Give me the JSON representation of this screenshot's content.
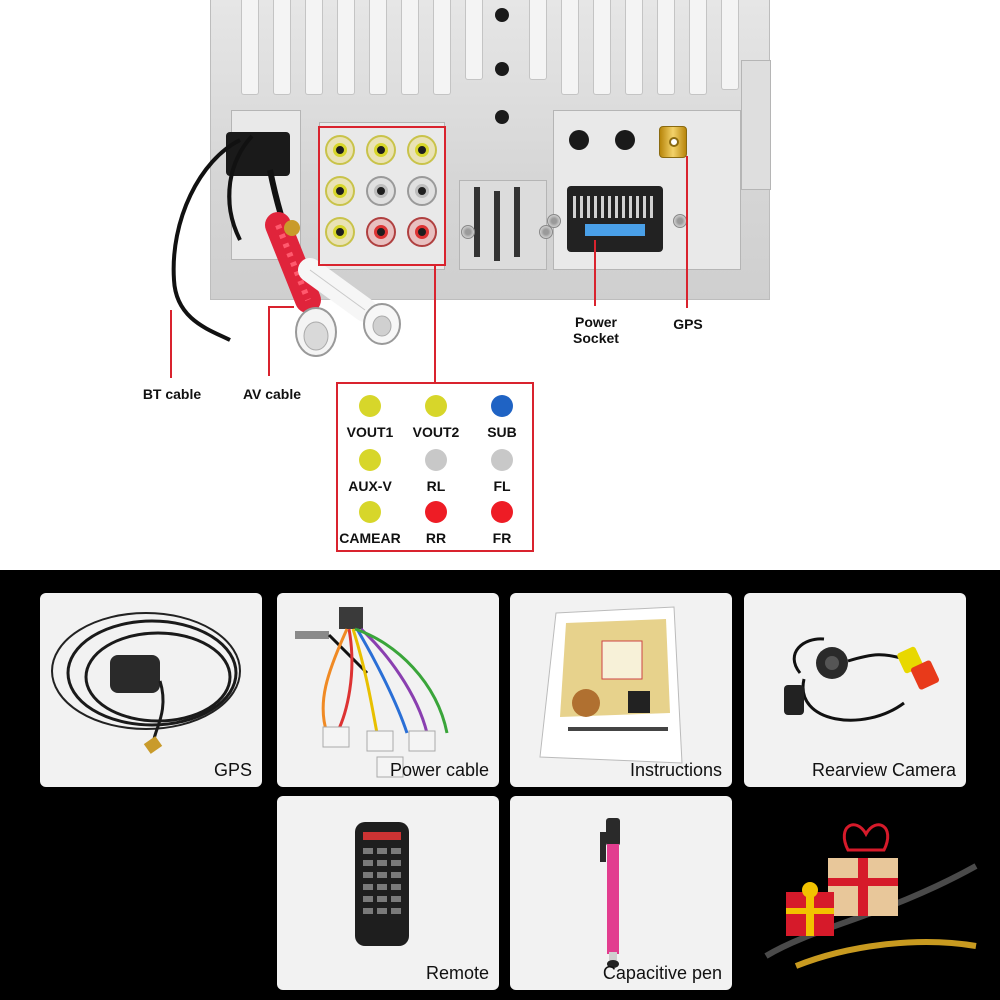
{
  "diagram": {
    "callouts": {
      "bt_cable": "BT cable",
      "av_cable": "AV cable",
      "power_socket_line1": "Power",
      "power_socket_line2": "Socket",
      "gps": "GPS"
    },
    "legend": [
      {
        "label": "VOUT1",
        "color": "#d7d62a"
      },
      {
        "label": "VOUT2",
        "color": "#d7d62a"
      },
      {
        "label": "SUB",
        "color": "#1f63c4"
      },
      {
        "label": "AUX-V",
        "color": "#d7d62a"
      },
      {
        "label": "RL",
        "color": "#c8c8c8"
      },
      {
        "label": "FL",
        "color": "#c8c8c8"
      },
      {
        "label": "CAMEAR",
        "color": "#d7d62a"
      },
      {
        "label": "RR",
        "color": "#ee1c25"
      },
      {
        "label": "FR",
        "color": "#ee1c25"
      }
    ]
  },
  "accessories": [
    {
      "label": "GPS",
      "icon": "gps-antenna-icon"
    },
    {
      "label": "Power cable",
      "icon": "wiring-harness-icon"
    },
    {
      "label": "Instructions",
      "icon": "manual-icon"
    },
    {
      "label": "Rearview Camera",
      "icon": "camera-icon"
    },
    {
      "label": "Remote",
      "icon": "remote-control-icon"
    },
    {
      "label": "Capacitive pen",
      "icon": "stylus-icon"
    }
  ],
  "colors": {
    "accent_red": "#d9232e",
    "yellow": "#d7d62a",
    "blue": "#1f63c4",
    "grey": "#c8c8c8",
    "red": "#ee1c25",
    "bottom_background": "#000000",
    "card_background": "#f2f2f2"
  }
}
